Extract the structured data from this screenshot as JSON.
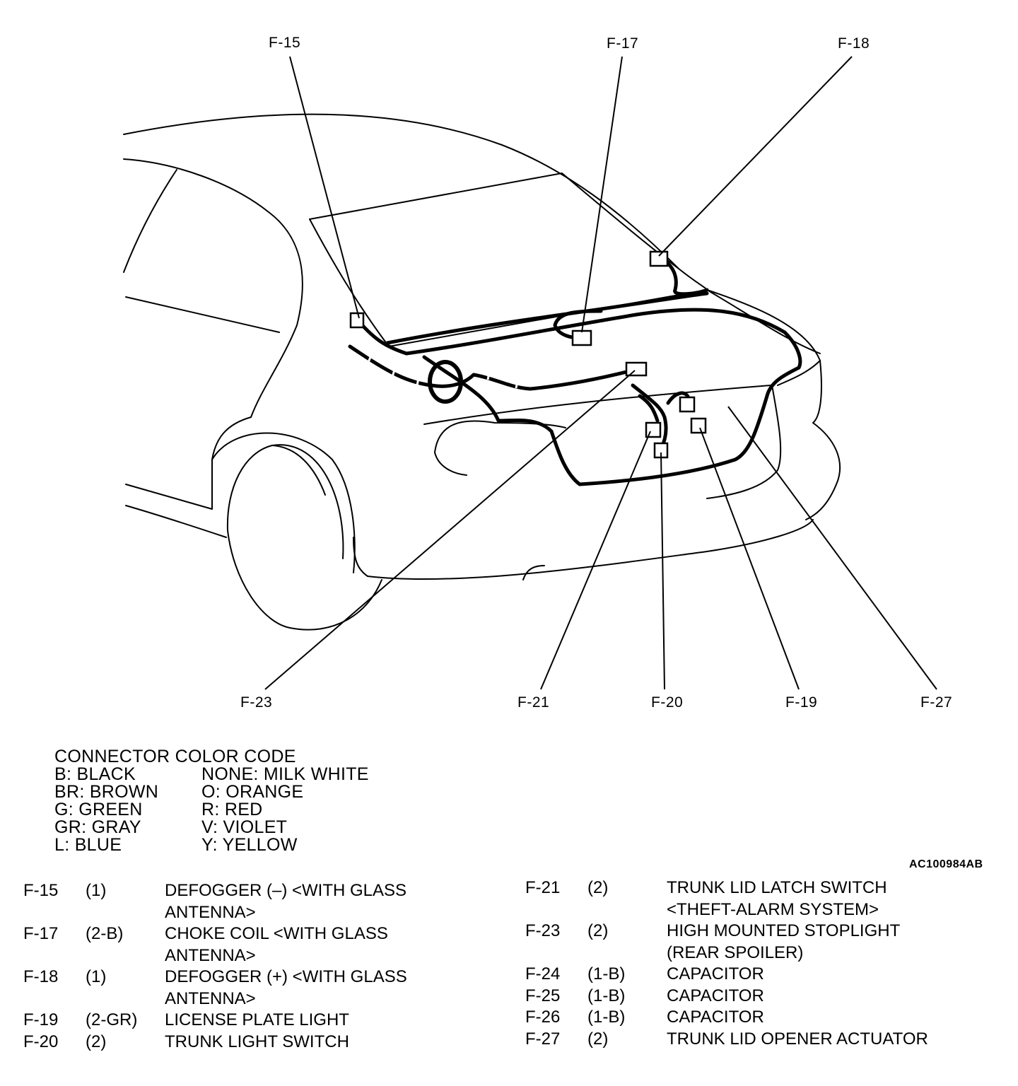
{
  "callouts": [
    {
      "id": "F-15"
    },
    {
      "id": "F-17"
    },
    {
      "id": "F-18"
    },
    {
      "id": "F-23"
    },
    {
      "id": "F-21"
    },
    {
      "id": "F-20"
    },
    {
      "id": "F-19"
    },
    {
      "id": "F-27"
    }
  ],
  "legend": {
    "title": "CONNECTOR COLOR CODE",
    "rows": [
      [
        "B: BLACK",
        "NONE: MILK WHITE"
      ],
      [
        "BR: BROWN",
        "O: ORANGE"
      ],
      [
        "G: GREEN",
        "R: RED"
      ],
      [
        "GR: GRAY",
        "V: VIOLET"
      ],
      [
        "L: BLUE",
        "Y: YELLOW"
      ]
    ]
  },
  "figure_id": "AC100984AB",
  "connectors_left": [
    {
      "code": "F-15",
      "spec": "(1)",
      "desc": "DEFOGGER (–) <WITH GLASS ANTENNA>"
    },
    {
      "code": "F-17",
      "spec": "(2-B)",
      "desc": "CHOKE COIL <WITH GLASS ANTENNA>"
    },
    {
      "code": "F-18",
      "spec": "(1)",
      "desc": "DEFOGGER (+) <WITH GLASS ANTENNA>"
    },
    {
      "code": "F-19",
      "spec": "(2-GR)",
      "desc": "LICENSE PLATE LIGHT"
    },
    {
      "code": "F-20",
      "spec": "(2)",
      "desc": "TRUNK LIGHT SWITCH"
    }
  ],
  "connectors_right": [
    {
      "code": "F-21",
      "spec": "(2)",
      "desc": "TRUNK LID LATCH SWITCH <THEFT-ALARM SYSTEM>"
    },
    {
      "code": "F-23",
      "spec": "(2)",
      "desc": "HIGH MOUNTED STOPLIGHT (REAR SPOILER)"
    },
    {
      "code": "F-24",
      "spec": "(1-B)",
      "desc": "CAPACITOR"
    },
    {
      "code": "F-25",
      "spec": "(1-B)",
      "desc": "CAPACITOR"
    },
    {
      "code": "F-26",
      "spec": "(1-B)",
      "desc": "CAPACITOR"
    },
    {
      "code": "F-27",
      "spec": "(2)",
      "desc": "TRUNK LID OPENER ACTUATOR"
    }
  ]
}
